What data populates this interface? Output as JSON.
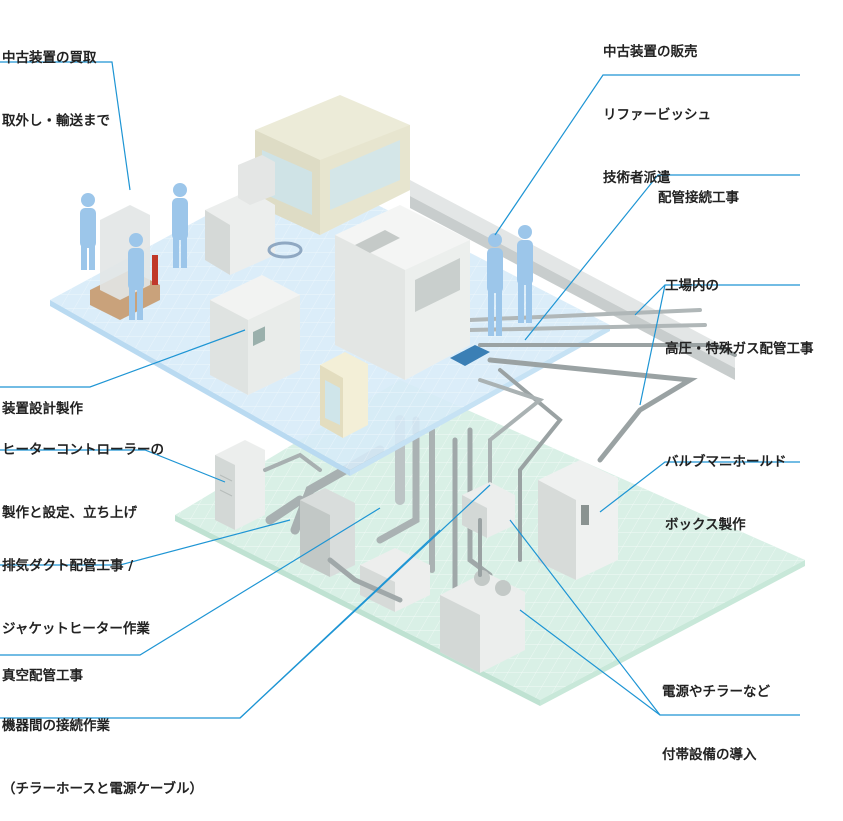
{
  "colors": {
    "leader_line": "#1e95d4",
    "upper_floor": "#d6ebf8",
    "lower_floor": "#d9f0e6",
    "machine_light": "#eef0ee",
    "machine_shadow": "#c9cfcc",
    "pipe": "#9aa2a3",
    "worker": "#9cc6ea"
  },
  "labels": {
    "used_purchase": [
      "中古装置の買取",
      "取外し・輸送まで"
    ],
    "used_sales": [
      "中古装置の販売",
      "リファービッシュ",
      "技術者派遣"
    ],
    "piping": [
      "配管接続工事"
    ],
    "gas_piping": [
      "工場内の",
      "高圧・特殊ガス配管工事"
    ],
    "equipment_design": [
      "装置設計製作"
    ],
    "heater_controller": [
      "ヒーターコントローラーの",
      "製作と設定、立ち上げ"
    ],
    "valve_box": [
      "バルブマニホールド",
      "ボックス製作"
    ],
    "exhaust_duct": [
      "排気ダクト配管工事 /",
      "ジャケットヒーター作業"
    ],
    "vacuum_piping": [
      "真空配管工事"
    ],
    "utility": [
      "電源やチラーなど",
      "付帯設備の導入"
    ],
    "interconnect": [
      "機器間の接続作業",
      "（チラーホースと電源ケーブル）"
    ]
  },
  "icons": {
    "workers": "cleanroom-worker-icon",
    "machines": "equipment-icon"
  }
}
